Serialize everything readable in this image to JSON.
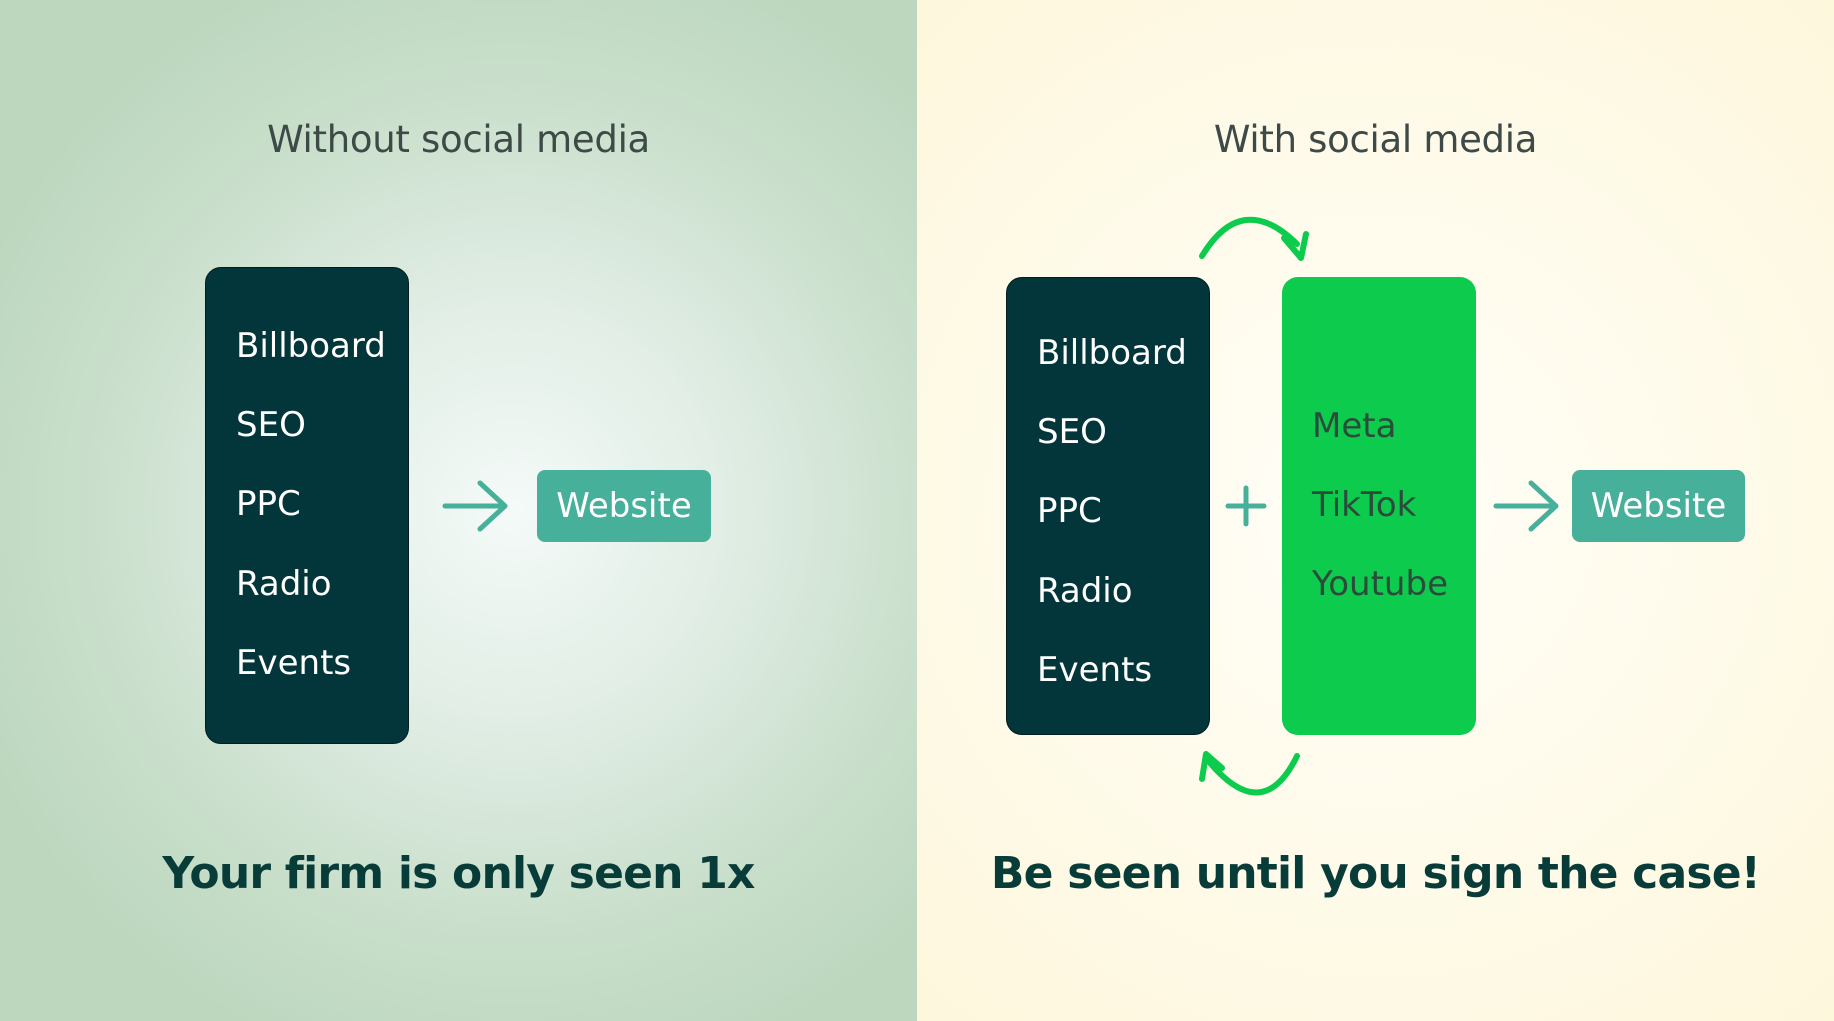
{
  "left": {
    "heading": "Without social media",
    "channels": [
      "Billboard",
      "SEO",
      "PPC",
      "Radio",
      "Events"
    ],
    "website_label": "Website",
    "tagline": "Your firm is only seen 1x"
  },
  "right": {
    "heading": "With social media",
    "channels": [
      "Billboard",
      "SEO",
      "PPC",
      "Radio",
      "Events"
    ],
    "social_channels": [
      "Meta",
      "TikTok",
      "Youtube"
    ],
    "website_label": "Website",
    "tagline": "Be seen until you sign the case!"
  },
  "colors": {
    "dark_box": "#02363a",
    "social_box": "#0ccb4d",
    "website_button": "#47b09a",
    "arrow": "#47b09a",
    "cycle_arrow": "#0ccb4d"
  },
  "icons": [
    "arrow-right-icon",
    "plus-icon",
    "cycle-arrow-icon"
  ]
}
